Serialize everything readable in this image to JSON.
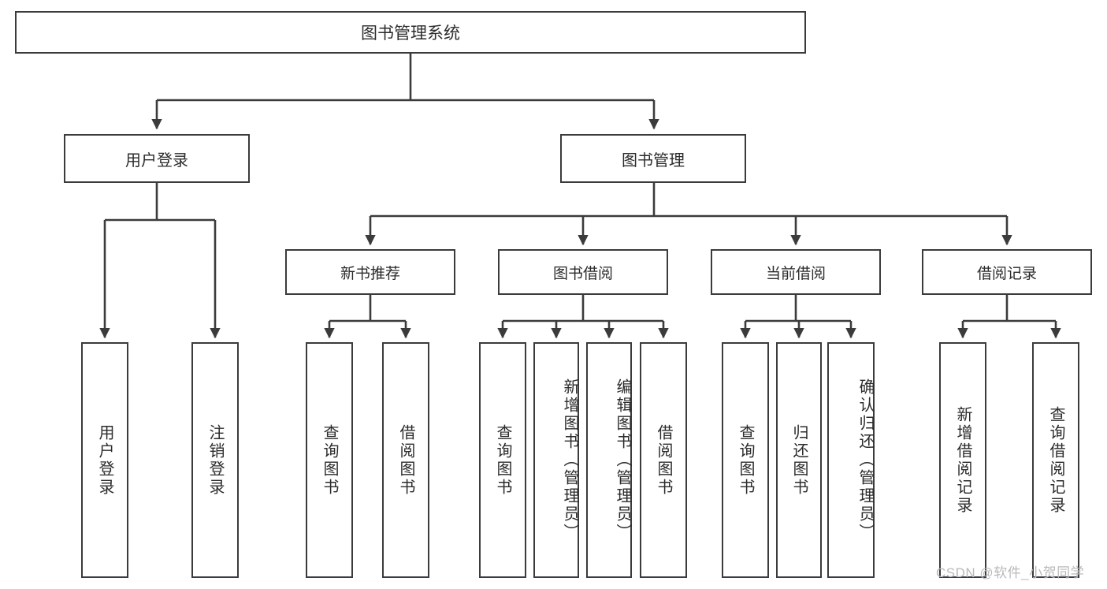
{
  "diagram": {
    "title": "图书管理系统",
    "type": "hierarchy-tree",
    "stroke_color": "#3b3b3b",
    "fill_color": "#ffffff",
    "text_color": "#2b2b2b",
    "root": {
      "label": "图书管理系统"
    },
    "tier2": [
      {
        "label": "用户登录"
      },
      {
        "label": "图书管理"
      }
    ],
    "tier3": [
      {
        "label": "新书推荐"
      },
      {
        "label": "图书借阅"
      },
      {
        "label": "当前借阅"
      },
      {
        "label": "借阅记录"
      }
    ],
    "leaves": {
      "user_login": [
        {
          "label": "用户登录"
        },
        {
          "label": "注销登录"
        }
      ],
      "new_book_recommend": [
        {
          "label": "查询图书"
        },
        {
          "label": "借阅图书"
        }
      ],
      "book_borrow": [
        {
          "label": "查询图书"
        },
        {
          "label": "新增图书（管理员）"
        },
        {
          "label": "编辑图书（管理员）"
        },
        {
          "label": "借阅图书"
        }
      ],
      "current_borrow": [
        {
          "label": "查询图书"
        },
        {
          "label": "归还图书"
        },
        {
          "label": "确认归还（管理员）"
        }
      ],
      "borrow_record": [
        {
          "label": "新增借阅记录"
        },
        {
          "label": "查询借阅记录"
        }
      ]
    }
  },
  "watermark": {
    "text": "CSDN @软件_小贺同学"
  }
}
